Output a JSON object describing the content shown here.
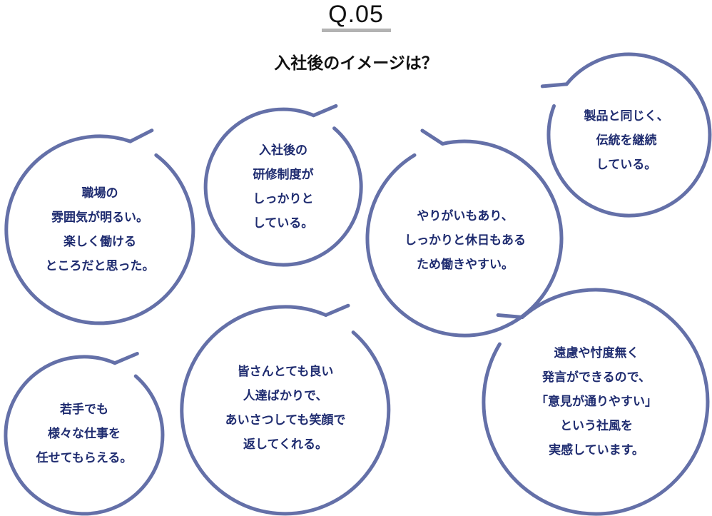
{
  "header": {
    "question_number": "Q.05",
    "question_title": "入社後のイメージは？"
  },
  "colors": {
    "bubble_stroke": "#6470a8",
    "bubble_text": "#1f2c70",
    "title_text": "#111111",
    "underline": "#b3b3b3"
  },
  "bubbles": [
    {
      "lines": [
        "職場の",
        "雰囲気が明るい。",
        "楽しく働ける",
        "ところだと思った。"
      ]
    },
    {
      "lines": [
        "入社後の",
        "研修制度が",
        "しっかりと",
        "している。"
      ]
    },
    {
      "lines": [
        "やりがいもあり、",
        "しっかりと休日もある",
        "ため働きやすい。"
      ]
    },
    {
      "lines": [
        "製品と同じく、",
        "伝統を継続",
        "している。"
      ]
    },
    {
      "lines": [
        "若手でも",
        "様々な仕事を",
        "任せてもらえる。"
      ]
    },
    {
      "lines": [
        "皆さんとても良い",
        "人達ばかりで、",
        "あいさつしても笑顔で",
        "返してくれる。"
      ]
    },
    {
      "lines": [
        "遠慮や忖度無く",
        "発言ができるので、",
        "「意見が通りやすい」",
        "という社風を",
        "実感しています。"
      ]
    }
  ]
}
